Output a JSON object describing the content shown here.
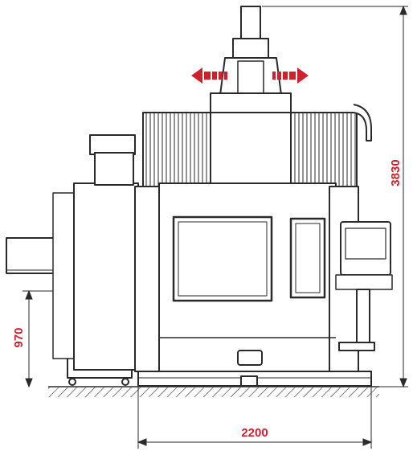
{
  "dimensions": {
    "total_height": "3830",
    "table_height": "970",
    "width": "2200"
  },
  "colors": {
    "line": "#2a2a2a",
    "dimension_text": "#d0202c",
    "arrow": "#d0202c",
    "fill": "#ffffff"
  },
  "icons": {
    "movement_arrows": "red-double-arrow",
    "ground": "hatched-floor"
  }
}
